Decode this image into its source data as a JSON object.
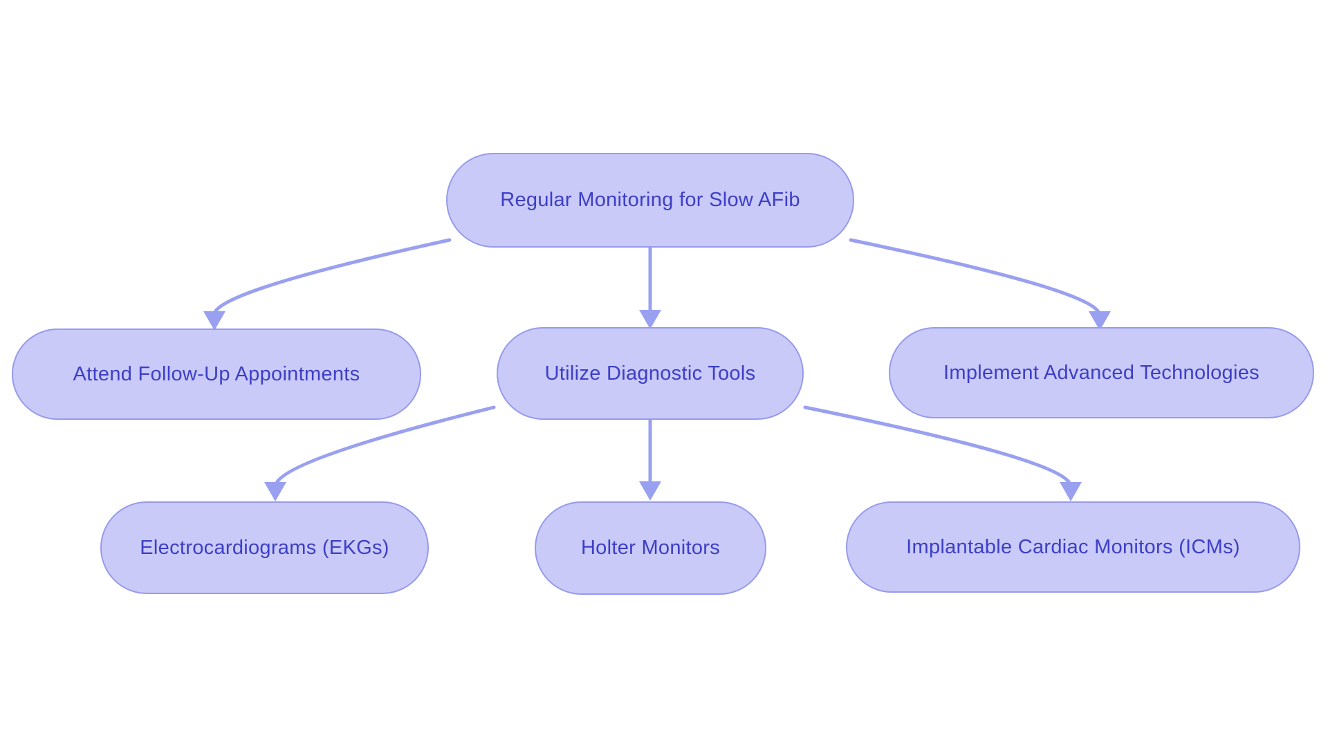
{
  "diagram": {
    "type": "flowchart",
    "background": "#ffffff",
    "colors": {
      "node_fill": "#c9caf8",
      "node_border": "#979aec",
      "node_text": "#3d3ec6",
      "arrow": "#9aa0f0"
    },
    "nodes": [
      {
        "id": "root",
        "label": "Regular Monitoring for Slow AFib",
        "level": 1
      },
      {
        "id": "followup",
        "label": "Attend Follow-Up Appointments",
        "level": 2
      },
      {
        "id": "diagnostic",
        "label": "Utilize Diagnostic Tools",
        "level": 2
      },
      {
        "id": "tech",
        "label": "Implement Advanced Technologies",
        "level": 2
      },
      {
        "id": "ekg",
        "label": "Electrocardiograms (EKGs)",
        "level": 3
      },
      {
        "id": "holter",
        "label": "Holter Monitors",
        "level": 3
      },
      {
        "id": "icm",
        "label": "Implantable Cardiac Monitors (ICMs)",
        "level": 3
      }
    ],
    "edges": [
      {
        "from": "root",
        "to": "followup"
      },
      {
        "from": "root",
        "to": "diagnostic"
      },
      {
        "from": "root",
        "to": "tech"
      },
      {
        "from": "diagnostic",
        "to": "ekg"
      },
      {
        "from": "diagnostic",
        "to": "holter"
      },
      {
        "from": "diagnostic",
        "to": "icm"
      }
    ]
  }
}
